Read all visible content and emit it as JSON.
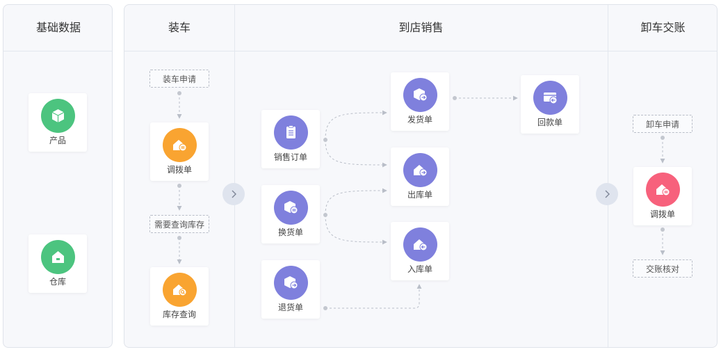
{
  "columns": {
    "base": "基础数据",
    "load": "装车",
    "sale": "到店销售",
    "unload": "卸车交账"
  },
  "base_nodes": {
    "product": "产品",
    "warehouse": "仓库"
  },
  "load_nodes": {
    "load_request": "装车申请",
    "transfer": "调拨单",
    "need_stock": "需要查询库存",
    "stock_query": "库存查询"
  },
  "sale_nodes": {
    "sales_order": "销售订单",
    "exchange_order": "换货单",
    "return_order": "退货单",
    "delivery_order": "发货单",
    "outbound_order": "出库单",
    "inbound_order": "入库单",
    "payment_order": "回款单"
  },
  "unload_nodes": {
    "unload_request": "卸车申请",
    "transfer": "调拨单",
    "reconcile": "交账核对"
  },
  "colors": {
    "green": "#4cc47f",
    "orange": "#f9a431",
    "purple": "#7f80dd",
    "pink": "#f7617c",
    "line": "#b9bec8"
  },
  "icons": {
    "product": "cube-icon",
    "warehouse": "warehouse-icon",
    "transfer": "house-exchange-icon",
    "stock_query": "house-search-icon",
    "sales_order": "clipboard-icon",
    "exchange_order": "box-exchange-icon",
    "return_order": "box-return-icon",
    "delivery_order": "box-send-icon",
    "outbound_order": "house-out-icon",
    "inbound_order": "house-in-icon",
    "payment_order": "card-return-icon"
  }
}
